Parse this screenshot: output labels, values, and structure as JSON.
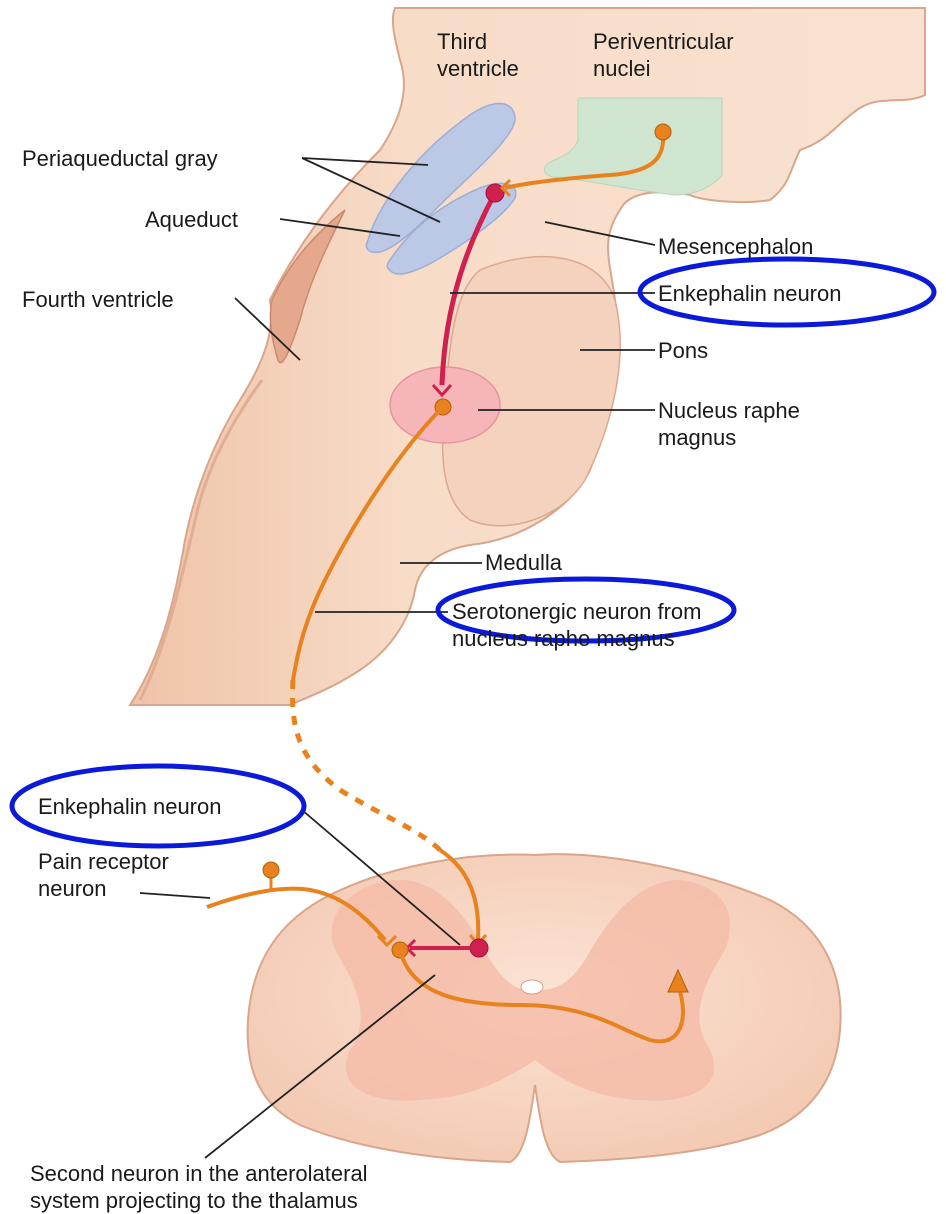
{
  "labels": {
    "third_ventricle": [
      "Third",
      "ventricle"
    ],
    "periventricular_nuclei": [
      "Periventricular",
      "nuclei"
    ],
    "periaqueductal_gray": "Periaqueductal gray",
    "aqueduct": "Aqueduct",
    "mesencephalon": "Mesencephalon",
    "fourth_ventricle": "Fourth ventricle",
    "enkephalin_neuron_upper": "Enkephalin neuron",
    "pons": "Pons",
    "nucleus_raphe_magnus": [
      "Nucleus raphe",
      "magnus"
    ],
    "medulla": "Medulla",
    "serotonergic_neuron": [
      "Serotonergic neuron from",
      "nucleus raphe magnus"
    ],
    "enkephalin_neuron_lower": "Enkephalin neuron",
    "pain_receptor_neuron": [
      "Pain receptor",
      "neuron"
    ],
    "second_neuron": [
      "Second neuron in the anterolateral",
      "system projecting to the thalamus"
    ]
  },
  "colors": {
    "tissue": "#f7dcc8",
    "tissue_edge": "#d9a58b",
    "ventricle_blue": "#bcc9e6",
    "periventricular_green": "#cfe5d0",
    "raphe_pink": "#f5b5b9",
    "enkephalin_neuron": "#d0204e",
    "orange_neuron": "#e8821e",
    "highlight_circle": "#0a1ad8",
    "gray_matter": "#f4b9a5"
  }
}
